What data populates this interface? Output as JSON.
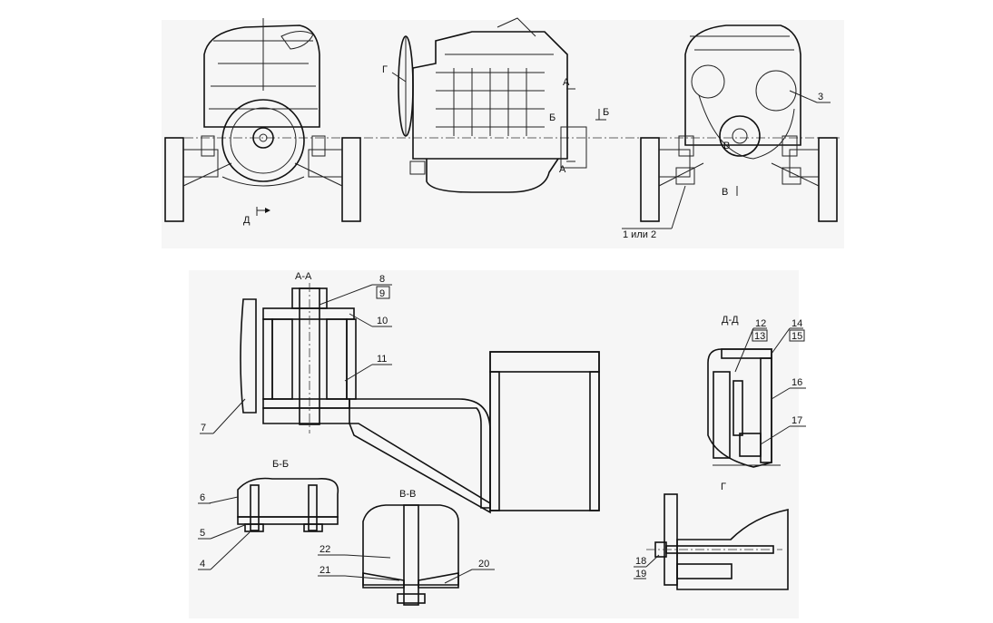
{
  "sections": {
    "aa": "А-А",
    "bb": "Б-Б",
    "vv": "В-В",
    "dd": "Д-Д",
    "g": "Г"
  },
  "view_markers": {
    "d": "Д",
    "g": "Г",
    "a_top": "А",
    "a_bottom": "А",
    "b_left": "Б",
    "b_right": "Б",
    "v_top": "В",
    "v_bottom": "В"
  },
  "callouts": {
    "c3": "3",
    "c12": "1 или 2",
    "c4": "4",
    "c5": "5",
    "c6": "6",
    "c7": "7",
    "c8": "8",
    "c9": "9",
    "c10": "10",
    "c11": "11",
    "c12b": "12",
    "c13": "13",
    "c14": "14",
    "c15": "15",
    "c16": "16",
    "c17": "17",
    "c18": "18",
    "c19": "19",
    "c20": "20",
    "c21": "21",
    "c22": "22"
  },
  "colors": {
    "ink": "#111111",
    "panel": "#f6f6f6"
  }
}
